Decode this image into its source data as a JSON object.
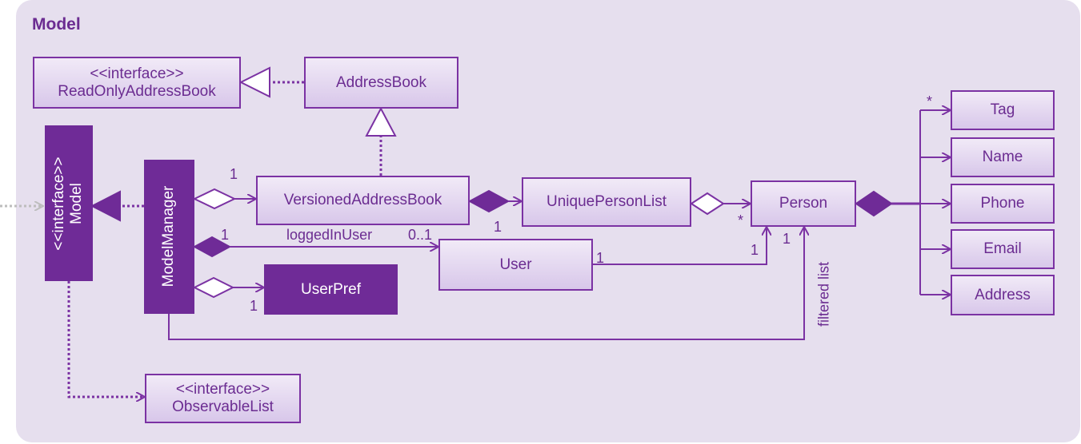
{
  "title": "Model",
  "classes": {
    "readonly_addressbook": {
      "stereotype": "<<interface>>",
      "name": "ReadOnlyAddressBook"
    },
    "addressbook": {
      "name": "AddressBook"
    },
    "model": {
      "stereotype": "<<interface>>",
      "name": "Model"
    },
    "model_manager": {
      "name": "ModelManager"
    },
    "versioned_addressbook": {
      "name": "VersionedAddressBook"
    },
    "unique_person_list": {
      "name": "UniquePersonList"
    },
    "person": {
      "name": "Person"
    },
    "user": {
      "name": "User"
    },
    "user_pref": {
      "name": "UserPref"
    },
    "observable_list": {
      "stereotype": "<<interface>>",
      "name": "ObservableList"
    },
    "tag": {
      "name": "Tag"
    },
    "name": {
      "name": "Name"
    },
    "phone": {
      "name": "Phone"
    },
    "email": {
      "name": "Email"
    },
    "address": {
      "name": "Address"
    }
  },
  "labels": {
    "mm_versioned_mult": "1",
    "mm_user_mult": "1",
    "logged_in_user": "loggedInUser",
    "user_mult": "0..1",
    "upl_mult": "1",
    "person_star": "*",
    "user_person_mult": "1",
    "person_user_mult": "1",
    "person_filtered_mult": "1",
    "userpref_mult": "1",
    "tag_star": "*",
    "filtered_list": "filtered list"
  },
  "colors": {
    "primary": "#7b32a3",
    "fill_top": "#f1eaf7",
    "fill_bottom": "#d8c7ea",
    "solid": "#6f2b97",
    "background": "#e6dfee"
  }
}
